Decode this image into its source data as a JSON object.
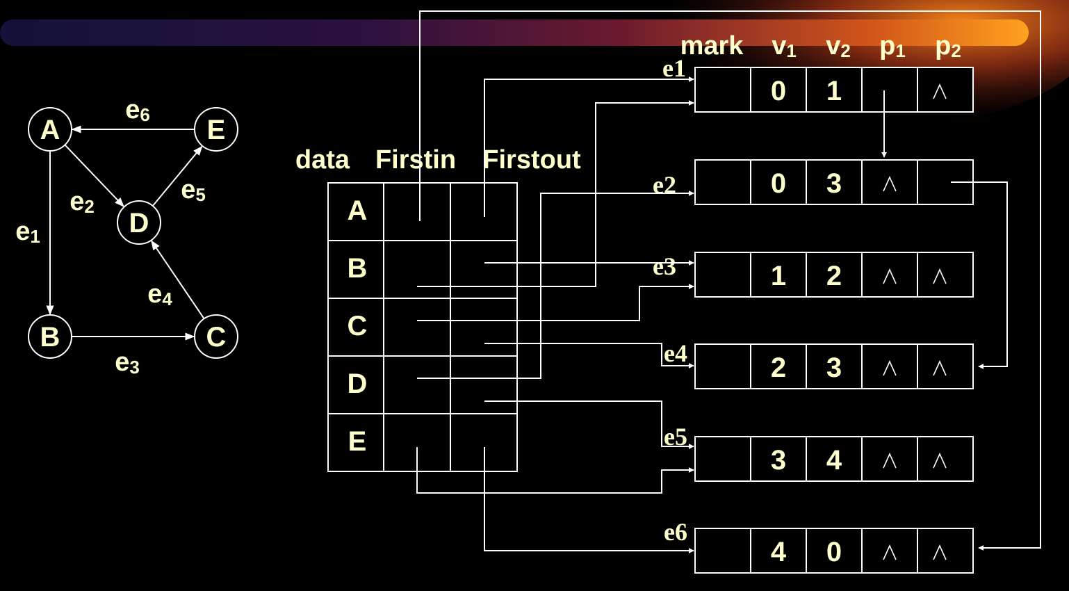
{
  "colors": {
    "banner_dark": "#1a0f3a",
    "banner_mid": "#7a1e2a",
    "banner_orange": "#ff9a1a",
    "text": "#ffffcc",
    "line": "#ffffff"
  },
  "graph": {
    "nodes": [
      "A",
      "B",
      "C",
      "D",
      "E"
    ],
    "edges": [
      {
        "label": "e",
        "sub": "1",
        "from": "A",
        "to": "B"
      },
      {
        "label": "e",
        "sub": "2",
        "from": "A",
        "to": "D"
      },
      {
        "label": "e",
        "sub": "3",
        "from": "B",
        "to": "C"
      },
      {
        "label": "e",
        "sub": "4",
        "from": "C",
        "to": "D"
      },
      {
        "label": "e",
        "sub": "5",
        "from": "D",
        "to": "E"
      },
      {
        "label": "e",
        "sub": "6",
        "from": "E",
        "to": "A"
      }
    ]
  },
  "vertex_table": {
    "headers": [
      "data",
      "Firstin",
      "Firstout"
    ],
    "rows": [
      "A",
      "B",
      "C",
      "D",
      "E"
    ]
  },
  "edge_table": {
    "headers": [
      {
        "text": "mark",
        "sub": ""
      },
      {
        "text": "v",
        "sub": "1"
      },
      {
        "text": "v",
        "sub": "2"
      },
      {
        "text": "p",
        "sub": "1"
      },
      {
        "text": "p",
        "sub": "2"
      }
    ],
    "nil_symbol": "∧",
    "rows": [
      {
        "label": "e1",
        "v1": "0",
        "v2": "1",
        "p1": "",
        "p2": "∧"
      },
      {
        "label": "e2",
        "v1": "0",
        "v2": "3",
        "p1": "∧",
        "p2": ""
      },
      {
        "label": "e3",
        "v1": "1",
        "v2": "2",
        "p1": "∧",
        "p2": "∧"
      },
      {
        "label": "e4",
        "v1": "2",
        "v2": "3",
        "p1": "∧",
        "p2": "∧"
      },
      {
        "label": "e5",
        "v1": "3",
        "v2": "4",
        "p1": "∧",
        "p2": "∧"
      },
      {
        "label": "e6",
        "v1": "4",
        "v2": "0",
        "p1": "∧",
        "p2": "∧"
      }
    ]
  }
}
